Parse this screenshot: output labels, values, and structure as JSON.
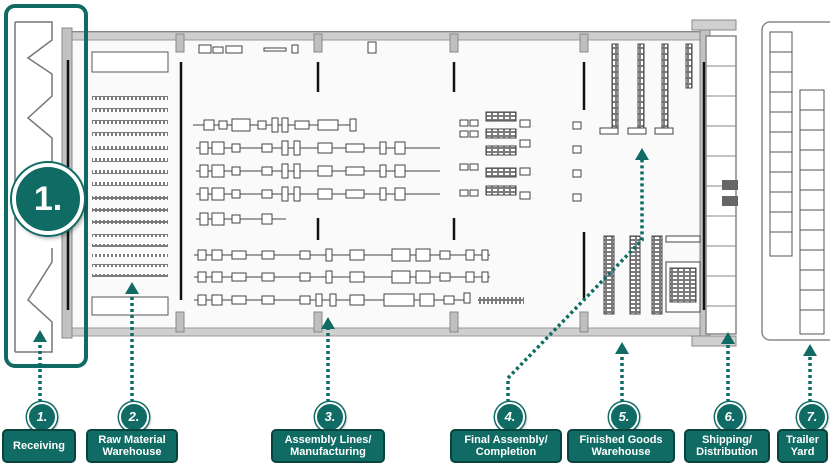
{
  "highlight_badge": "1.",
  "stations": [
    {
      "num": "1.",
      "label": "Receiving"
    },
    {
      "num": "2.",
      "label": "Raw Material\nWarehouse"
    },
    {
      "num": "3.",
      "label": "Assembly Lines/\nManufacturing"
    },
    {
      "num": "4.",
      "label": "Final Assembly/\nCompletion"
    },
    {
      "num": "5.",
      "label": "Finished Goods\nWarehouse"
    },
    {
      "num": "6.",
      "label": "Shipping/\nDistribution"
    },
    {
      "num": "7.",
      "label": "Trailer\nYard"
    }
  ],
  "colors": {
    "accent": "#0f6b63",
    "accent_dark": "#08433e",
    "outline": "#555555",
    "wall": "#b9b9b9"
  }
}
